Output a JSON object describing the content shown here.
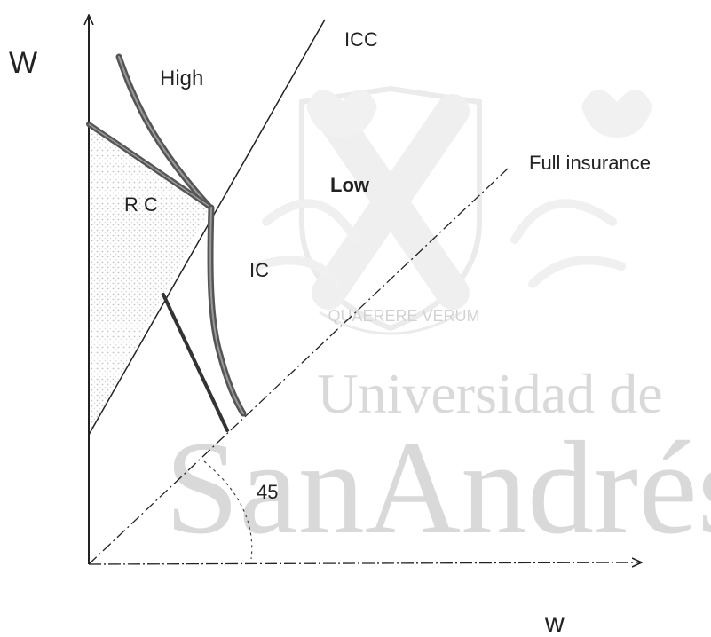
{
  "axes": {
    "y_label": "W",
    "x_label": "w"
  },
  "labels": {
    "icc": "ICC",
    "high": "High",
    "low": "Low",
    "full_insurance": "Full insurance",
    "rc": "R C",
    "ic": "IC",
    "angle": "45"
  },
  "watermark": {
    "motto": "QUAERERE VERUM",
    "line1": "Universidad de",
    "line2": "SanAndrés"
  },
  "colors": {
    "ink": "#222222",
    "curve": "#4a4a4a",
    "shading": "#d6d6d6",
    "watermark": "#d9d9d9"
  }
}
